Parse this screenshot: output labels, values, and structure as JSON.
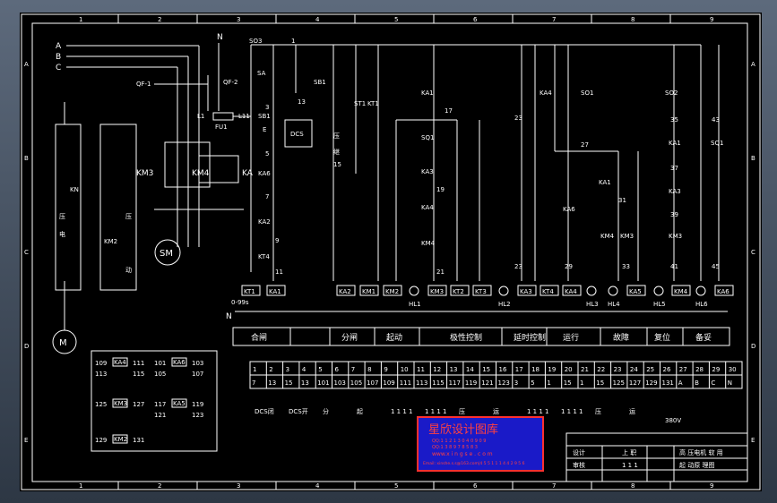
{
  "colors": {
    "background": "#000000",
    "line": "#ffffff",
    "stamp_bg": "#1a1ac8",
    "stamp_border": "#ff3030",
    "stamp_text": "#ff4040",
    "window_bg": "#4b586a"
  },
  "column_numbers": [
    "1",
    "2",
    "3",
    "4",
    "5",
    "6",
    "7",
    "8",
    "9"
  ],
  "row_letters": [
    "A",
    "B",
    "C",
    "D",
    "E"
  ],
  "supply_labels": {
    "a": "A",
    "b": "B",
    "c": "C",
    "n": "N"
  },
  "power": {
    "qf1": "QF-1",
    "qf2": "QF-2",
    "l1": "L1",
    "l11": "L11",
    "fu1": "FU1",
    "km3": "KM3",
    "km4": "KM4",
    "ka": "KA",
    "sm": "SM",
    "m": "M",
    "so3": "SO3",
    "sa": "SA",
    "one": "1"
  },
  "left_panel": {
    "kn": "KN",
    "ya": "压",
    "dian": "电",
    "km2": "KM2",
    "ya2": "压",
    "dong": "动"
  },
  "control": {
    "n3": "3",
    "n5": "5",
    "n7": "7",
    "n9": "9",
    "n11": "11",
    "n13": "13",
    "n15": "15",
    "n17": "17",
    "n19": "19",
    "n21": "21",
    "n23": "23",
    "n25": "23",
    "n27": "27",
    "n29": "29",
    "n31": "31",
    "n33": "33",
    "n35": "35",
    "n37": "37",
    "n39": "39",
    "n41": "41",
    "n43": "43",
    "n45": "45",
    "sb1": "SB1",
    "sb1b": "SB1",
    "ka6": "KA6",
    "dcs": "DCS",
    "st1": "ST1",
    "kt1": "KT1",
    "ka2": "KA2",
    "kt4": "KT4",
    "ka1a": "KA1",
    "sq1": "SQ1",
    "ka3": "KA3",
    "ka4": "KA4",
    "km4": "KM4",
    "ka4b": "KA4",
    "so1": "SO1",
    "ka1b": "KA1",
    "ka6b": "KA6",
    "km4b": "KM4",
    "km3": "KM3",
    "so2": "SO2",
    "ka1c": "KA1",
    "ka3b": "KA3",
    "km3b": "KM3",
    "sq1b": "SQ1",
    "e": "E",
    "ya": "压",
    "ji": "继"
  },
  "coil_labels": [
    "KT1",
    "KA1",
    "KA2",
    "KM1",
    "KM2",
    "HL1",
    "KM3",
    "KT2",
    "KT3",
    "HL2",
    "KA3",
    "KT4",
    "KA4",
    "HL3",
    "HL4",
    "KA5",
    "HL5",
    "KM4",
    "HL6",
    "KA6"
  ],
  "bus_labels": {
    "voltage": "0-99s",
    "n": "N"
  },
  "function_bar": [
    "合闸",
    "",
    "分闸",
    "起动",
    "极性控制",
    "延时控制",
    "运行",
    "故障",
    "复位",
    "备妥"
  ],
  "terminals": {
    "top": [
      "1",
      "2",
      "3",
      "4",
      "5",
      "6",
      "7",
      "8",
      "9",
      "10",
      "11",
      "12",
      "13",
      "14",
      "15",
      "16",
      "17",
      "18",
      "19",
      "20",
      "21",
      "22",
      "23",
      "24",
      "25",
      "26",
      "27",
      "28",
      "29",
      "30"
    ],
    "bottom": [
      "7",
      "13",
      "15",
      "13",
      "101",
      "103",
      "105",
      "107",
      "109",
      "111",
      "113",
      "115",
      "117",
      "119",
      "121",
      "123",
      "3",
      "5",
      "1",
      "15",
      "1",
      "15",
      "125",
      "127",
      "129",
      "131",
      "A",
      "B",
      "C",
      "N"
    ]
  },
  "terminal_groups": [
    "DCS闭",
    "DCS开",
    "分",
    "起",
    "1 1 1 1",
    "1 1 1 1",
    "压",
    "运",
    "1 1 1 1",
    "1 1 1 1",
    "压",
    "运"
  ],
  "voltage_label": "380V",
  "contact_table": [
    {
      "a": "109",
      "b": "113",
      "coil": "KA4",
      "c": "111",
      "d": "115"
    },
    {
      "a": "101",
      "b": "105",
      "coil": "KA6",
      "c": "103",
      "d": "107"
    },
    {
      "a": "125",
      "b": "",
      "coil": "KM3",
      "c": "127",
      "d": ""
    },
    {
      "a": "117",
      "b": "121",
      "coil": "KA5",
      "c": "119",
      "d": "123"
    },
    {
      "a": "129",
      "b": "",
      "coil": "KM2",
      "c": "131",
      "d": ""
    }
  ],
  "stamp": {
    "title": "星欣设计图库",
    "line1": "QQ:1 1 2 1 3 0 4 0 9 0 9",
    "line2": "QQ:1 3 8 9 7 8 5 8 3",
    "line3": "www.x i n g s e . c o m",
    "line4": "Email: xinshe.s.s@163.com|4 5 5 1 1 1 4 4 2 9 5 6"
  },
  "title_block": {
    "r1c1": "设计",
    "r1c2": "上 职",
    "r1c3": "高  压电机  软 用",
    "r2c1": "审核",
    "r2c2": "1 1 1",
    "r2c3": "起 动原  理图"
  }
}
